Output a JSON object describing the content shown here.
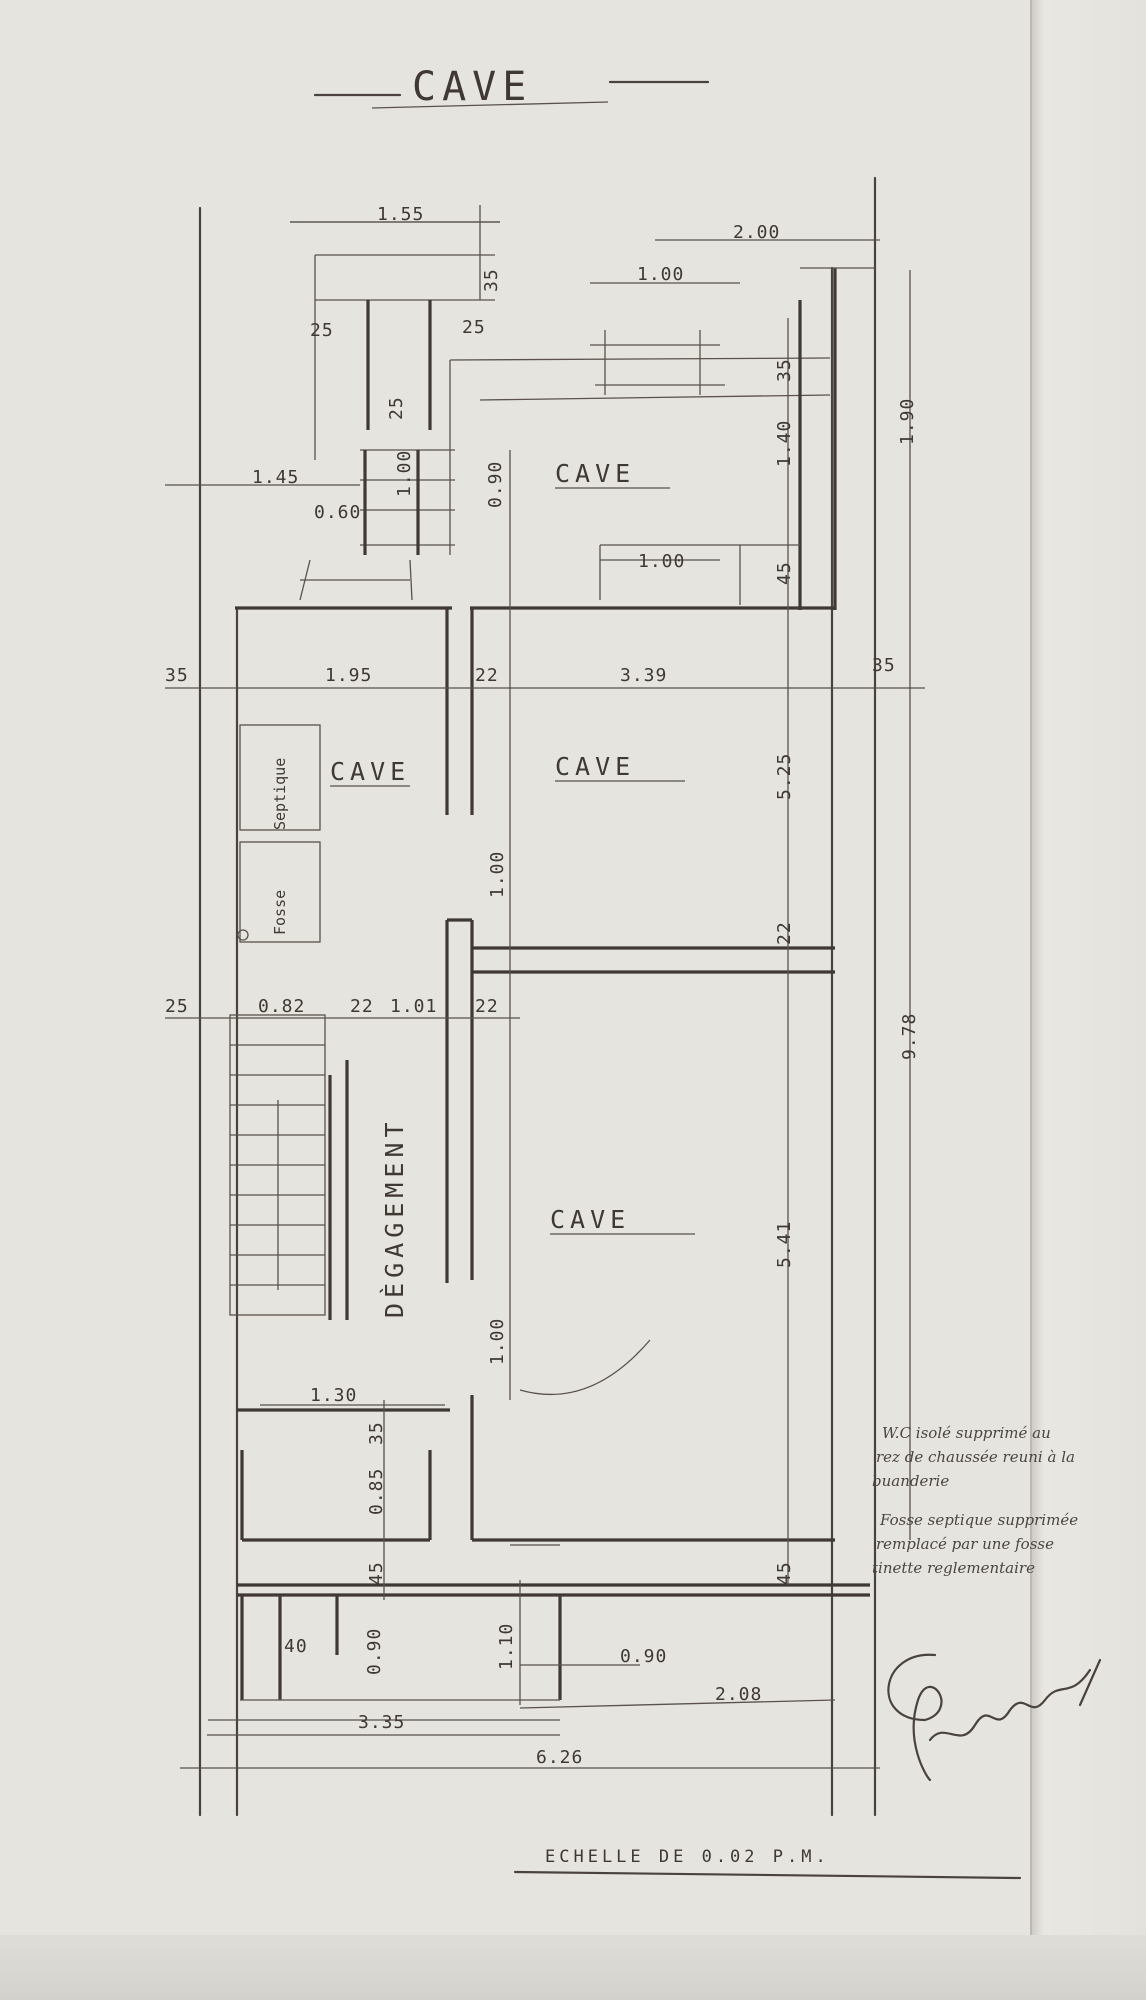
{
  "title": "CAVE",
  "rooms": {
    "top": "CAVE",
    "left": "CAVE",
    "center": "CAVE",
    "bottom": "CAVE",
    "corridor": "DÈGAGEMENT"
  },
  "fixtures": {
    "septique": "Septique",
    "fosse": "Fosse"
  },
  "dimensions": {
    "d155": "1.55",
    "d35a": "35",
    "d25a": "25",
    "d25b": "25",
    "d25c": "25",
    "d200": "2.00",
    "d100a": "1.00",
    "d190": "1.90",
    "d35b": "35",
    "d140": "1.40",
    "d145": "1.45",
    "d100b": "1.00",
    "d060": "0.60",
    "d090a": "0.90",
    "d100c": "1.00",
    "d45a": "45",
    "d35c": "35",
    "d195": "1.95",
    "d22a": "22",
    "d339": "3.39",
    "d35d": "35",
    "d525": "5.25",
    "d100d": "1.00",
    "d22b": "22",
    "d978": "9.78",
    "d25d": "25",
    "d082": "0.82",
    "d22c": "22",
    "d101": "1.01",
    "d22d": "22",
    "d541": "5.41",
    "d100e": "1.00",
    "d130": "1.30",
    "d35e": "35",
    "d085": "0.85",
    "d45b": "45",
    "d45c": "45",
    "d090b": "0.90",
    "d40": "40",
    "d110": "1.10",
    "d090c": "0.90",
    "d208": "2.08",
    "d335": "3.35",
    "d626": "6.26"
  },
  "scale_label": "ECHELLE DE 0.02 P.M.",
  "notes": {
    "line1": "W.C isolé supprimé au",
    "line2": "rez de chaussée reuni à la",
    "line3": "buanderie",
    "line4": "Fosse septique supprimée",
    "line5": "remplacé par une fosse",
    "line6": "tinette reglementaire"
  },
  "colors": {
    "paper": "#e6e4df",
    "ink": "#3f3833"
  }
}
